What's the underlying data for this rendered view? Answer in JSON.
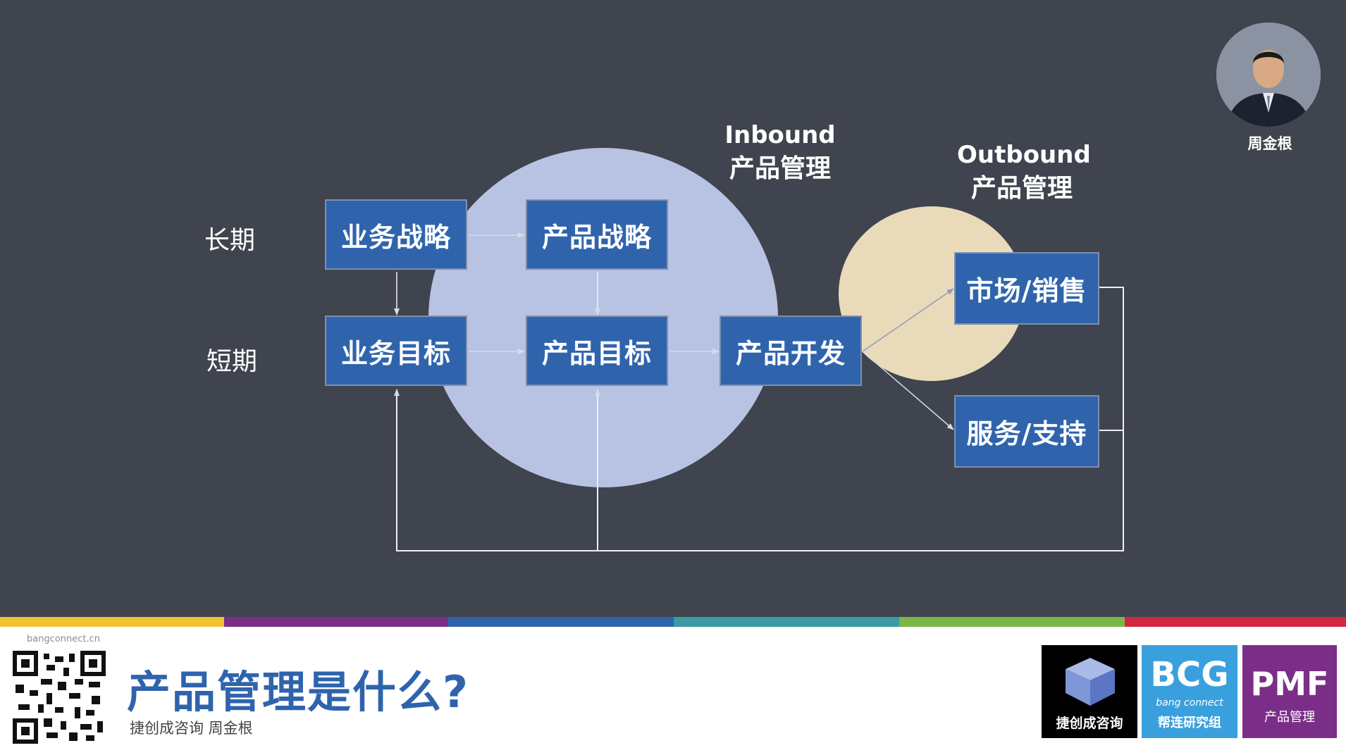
{
  "diagram": {
    "groups": {
      "inbound": {
        "en": "Inbound",
        "zh": "产品管理"
      },
      "outbound": {
        "en": "Outbound",
        "zh": "产品管理"
      }
    },
    "rows": {
      "long_term": "长期",
      "short_term": "短期"
    },
    "boxes": {
      "business_strategy": "业务战略",
      "product_strategy": "产品战略",
      "business_goal": "业务目标",
      "product_goal": "产品目标",
      "product_dev": "产品开发",
      "market_sales": "市场/销售",
      "service_support": "服务/支持"
    }
  },
  "presenter": {
    "name": "周金根",
    "avatar_icon": "person-portrait-icon"
  },
  "footer": {
    "site": "bangconnect.cn",
    "title": "产品管理是什么?",
    "subtitle": "捷创成咨询 周金根",
    "logos": {
      "jc": {
        "label": "捷创成咨询",
        "icon": "cube-icon"
      },
      "bcg": {
        "big": "BCG",
        "small": "bang connect",
        "label": "帮连研究组"
      },
      "pmf": {
        "big": "PMF",
        "label": "产品管理"
      }
    }
  },
  "stripe_colors": [
    "#f0c330",
    "#7b2e87",
    "#2f64ad",
    "#3b9aa3",
    "#7ab648",
    "#d3263f"
  ]
}
